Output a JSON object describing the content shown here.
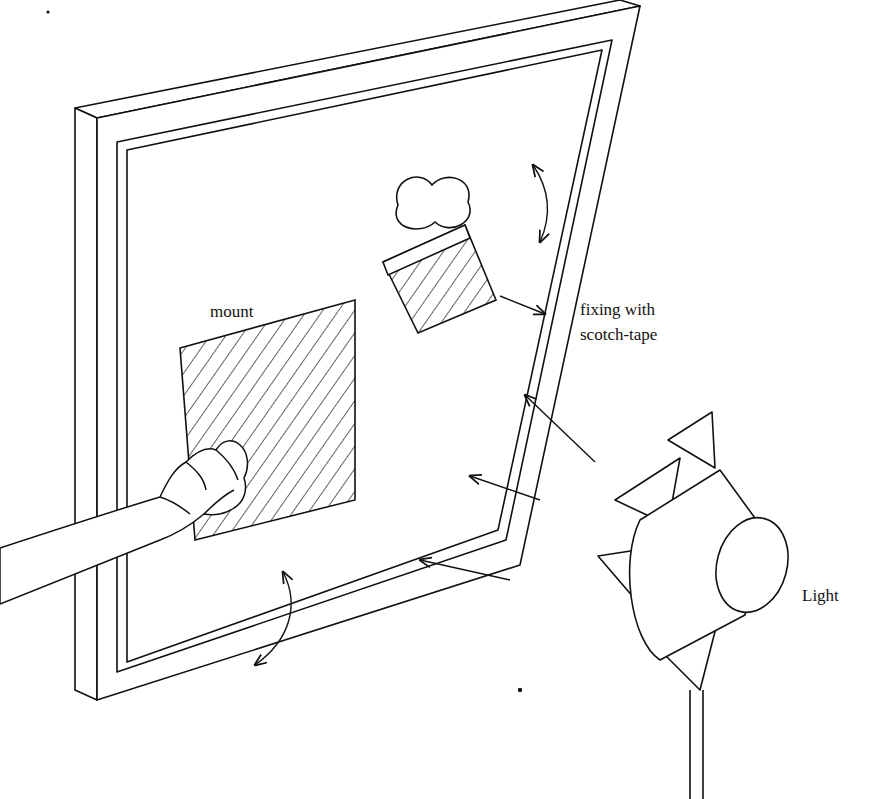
{
  "diagram": {
    "labels": [
      "mount",
      "fixing with scotch-tape",
      "Light"
    ]
  }
}
